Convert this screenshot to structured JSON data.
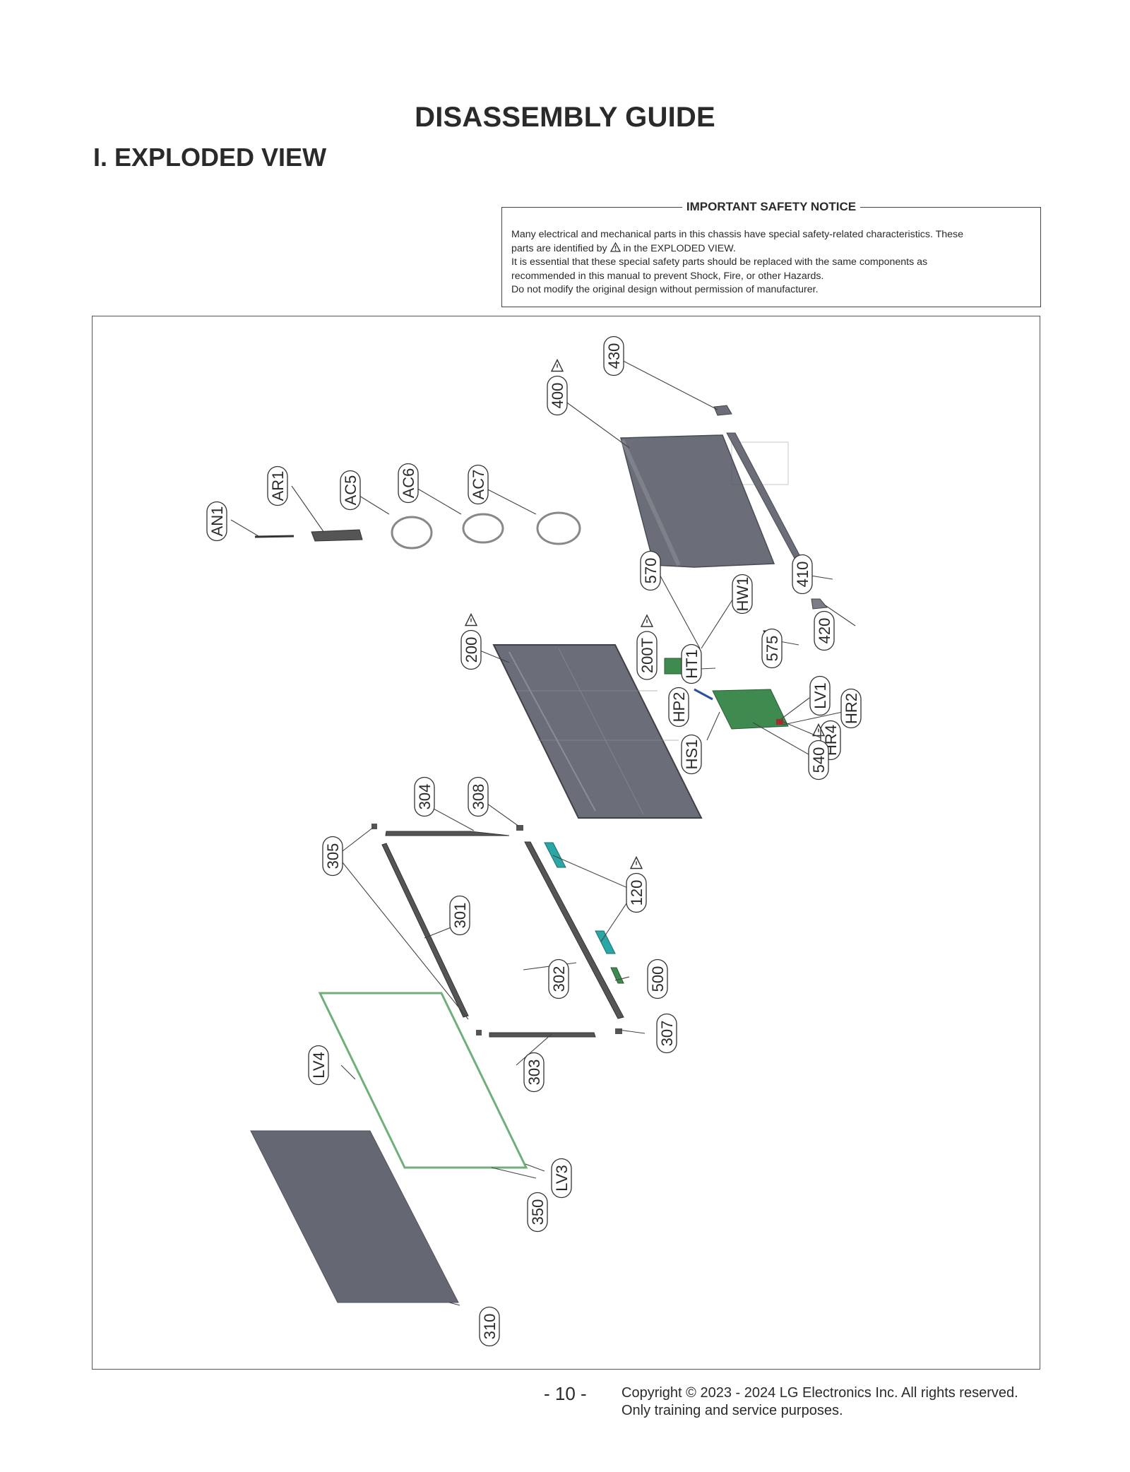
{
  "page": {
    "title": "DISASSEMBLY GUIDE",
    "section": "I. EXPLODED VIEW"
  },
  "notice": {
    "title": "IMPORTANT SAFETY NOTICE",
    "line1": "Many electrical and mechanical parts in this chassis have special safety-related characteristics. These",
    "line2_pre": "parts are identified by ",
    "line2_post": " in the EXPLODED VIEW.",
    "line3": "It is essential that these special safety parts should be replaced with the same components as",
    "line4": "recommended in this manual to prevent Shock, Fire, or other Hazards.",
    "line5": "Do not modify the original design without permission of manufacturer."
  },
  "parts": [
    {
      "label": "430",
      "safety": false
    },
    {
      "label": "400",
      "safety": true
    },
    {
      "label": "AN1",
      "safety": false
    },
    {
      "label": "AR1",
      "safety": false
    },
    {
      "label": "AC5",
      "safety": false
    },
    {
      "label": "AC6",
      "safety": false
    },
    {
      "label": "AC7",
      "safety": false
    },
    {
      "label": "410",
      "safety": false
    },
    {
      "label": "570",
      "safety": false
    },
    {
      "label": "HW1",
      "safety": false
    },
    {
      "label": "420",
      "safety": false
    },
    {
      "label": "575",
      "safety": false
    },
    {
      "label": "200",
      "safety": true
    },
    {
      "label": "200T",
      "safety": true
    },
    {
      "label": "HT1",
      "safety": false
    },
    {
      "label": "LV1",
      "safety": false
    },
    {
      "label": "HR2",
      "safety": false
    },
    {
      "label": "HP2",
      "safety": false
    },
    {
      "label": "HR4",
      "safety": false
    },
    {
      "label": "HS1",
      "safety": false
    },
    {
      "label": "540",
      "safety": true
    },
    {
      "label": "304",
      "safety": false
    },
    {
      "label": "308",
      "safety": false
    },
    {
      "label": "305",
      "safety": false
    },
    {
      "label": "120",
      "safety": true
    },
    {
      "label": "301",
      "safety": false
    },
    {
      "label": "302",
      "safety": false
    },
    {
      "label": "500",
      "safety": false
    },
    {
      "label": "307",
      "safety": false
    },
    {
      "label": "303",
      "safety": false
    },
    {
      "label": "LV4",
      "safety": false
    },
    {
      "label": "LV3",
      "safety": false
    },
    {
      "label": "350",
      "safety": false
    },
    {
      "label": "310",
      "safety": false
    }
  ],
  "footer": {
    "page_number": "- 10 -",
    "copyright_line1": "Copyright © 2023 - 2024 LG Electronics Inc. All rights reserved.",
    "copyright_line2": "Only training and service purposes."
  },
  "colors": {
    "metal_panel": "#6b6e78",
    "board_green": "#3f8a4f",
    "speaker_teal": "#2aa6a6",
    "guide_panel_outline": "#6fb07a"
  }
}
